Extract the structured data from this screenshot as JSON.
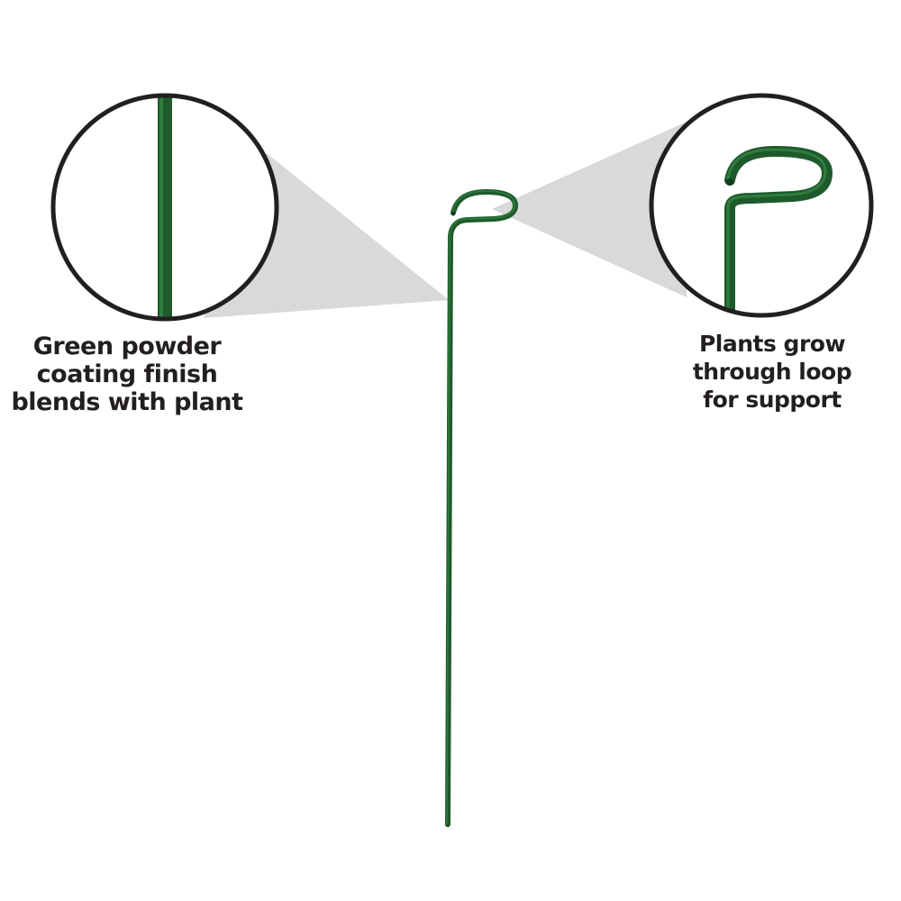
{
  "colors": {
    "stake_green": "#1f5a2c",
    "stake_highlight": "#2e7d3f",
    "stake_shadow": "#123d1c",
    "magnifier_ring": "#231f20",
    "beam_gray": "#d9d9d9",
    "label_text": "#231f20",
    "background": "#ffffff"
  },
  "callouts": {
    "left": {
      "lines": [
        "Green powder",
        "coating finish",
        "blends with plant"
      ]
    },
    "right": {
      "lines": [
        "Plants grow",
        "through loop",
        "for support"
      ]
    }
  },
  "icons": {
    "left_magnifier": "magnifier-straight-stake-detail",
    "right_magnifier": "magnifier-loop-detail",
    "main_object": "single-loop-plant-stake"
  }
}
